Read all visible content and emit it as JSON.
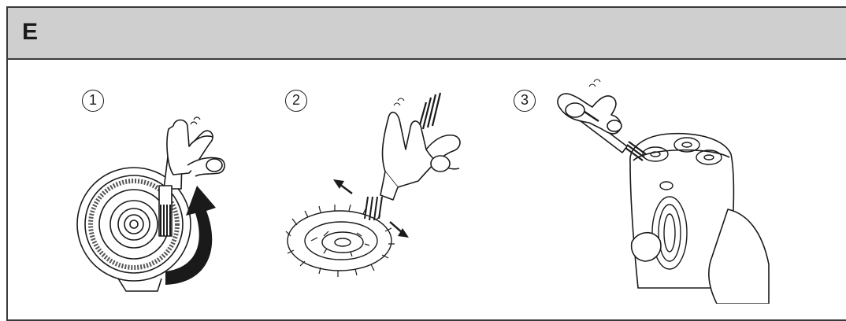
{
  "section": {
    "letter": "E"
  },
  "steps": [
    {
      "number": "1"
    },
    {
      "number": "2"
    },
    {
      "number": "3"
    }
  ]
}
